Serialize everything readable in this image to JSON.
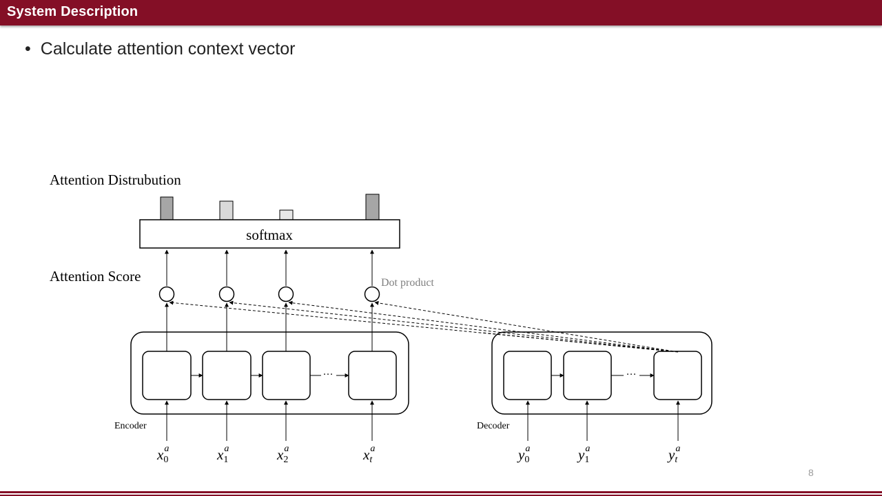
{
  "header": {
    "title": "System Description"
  },
  "bullet": {
    "symbol": "•",
    "text": "Calculate attention context vector"
  },
  "diagram": {
    "attention_distribution_label": "Attention Distrubution",
    "attention_score_label": "Attention Score",
    "softmax_label": "softmax",
    "dot_product_label": "Dot product",
    "encoder_label": "Encoder",
    "decoder_label": "Decoder",
    "ellipsis": "···",
    "encoder_inputs": [
      {
        "base": "x",
        "sup": "a",
        "sub": "0"
      },
      {
        "base": "x",
        "sup": "a",
        "sub": "1"
      },
      {
        "base": "x",
        "sup": "a",
        "sub": "2"
      },
      {
        "base": "x",
        "sup": "a",
        "sub": "t"
      }
    ],
    "decoder_inputs": [
      {
        "base": "y",
        "sup": "a",
        "sub": "0"
      },
      {
        "base": "y",
        "sup": "a",
        "sub": "1"
      },
      {
        "base": "y",
        "sup": "a",
        "sub": "t"
      }
    ],
    "bar_colors": [
      "#a6a6a6",
      "#d9d9d9",
      "#e8e8e8",
      "#a6a6a6"
    ],
    "colors": {
      "accent": "#840f26",
      "dot_product_text": "#7f7f7f"
    }
  },
  "footer": {
    "page_number": "8"
  }
}
